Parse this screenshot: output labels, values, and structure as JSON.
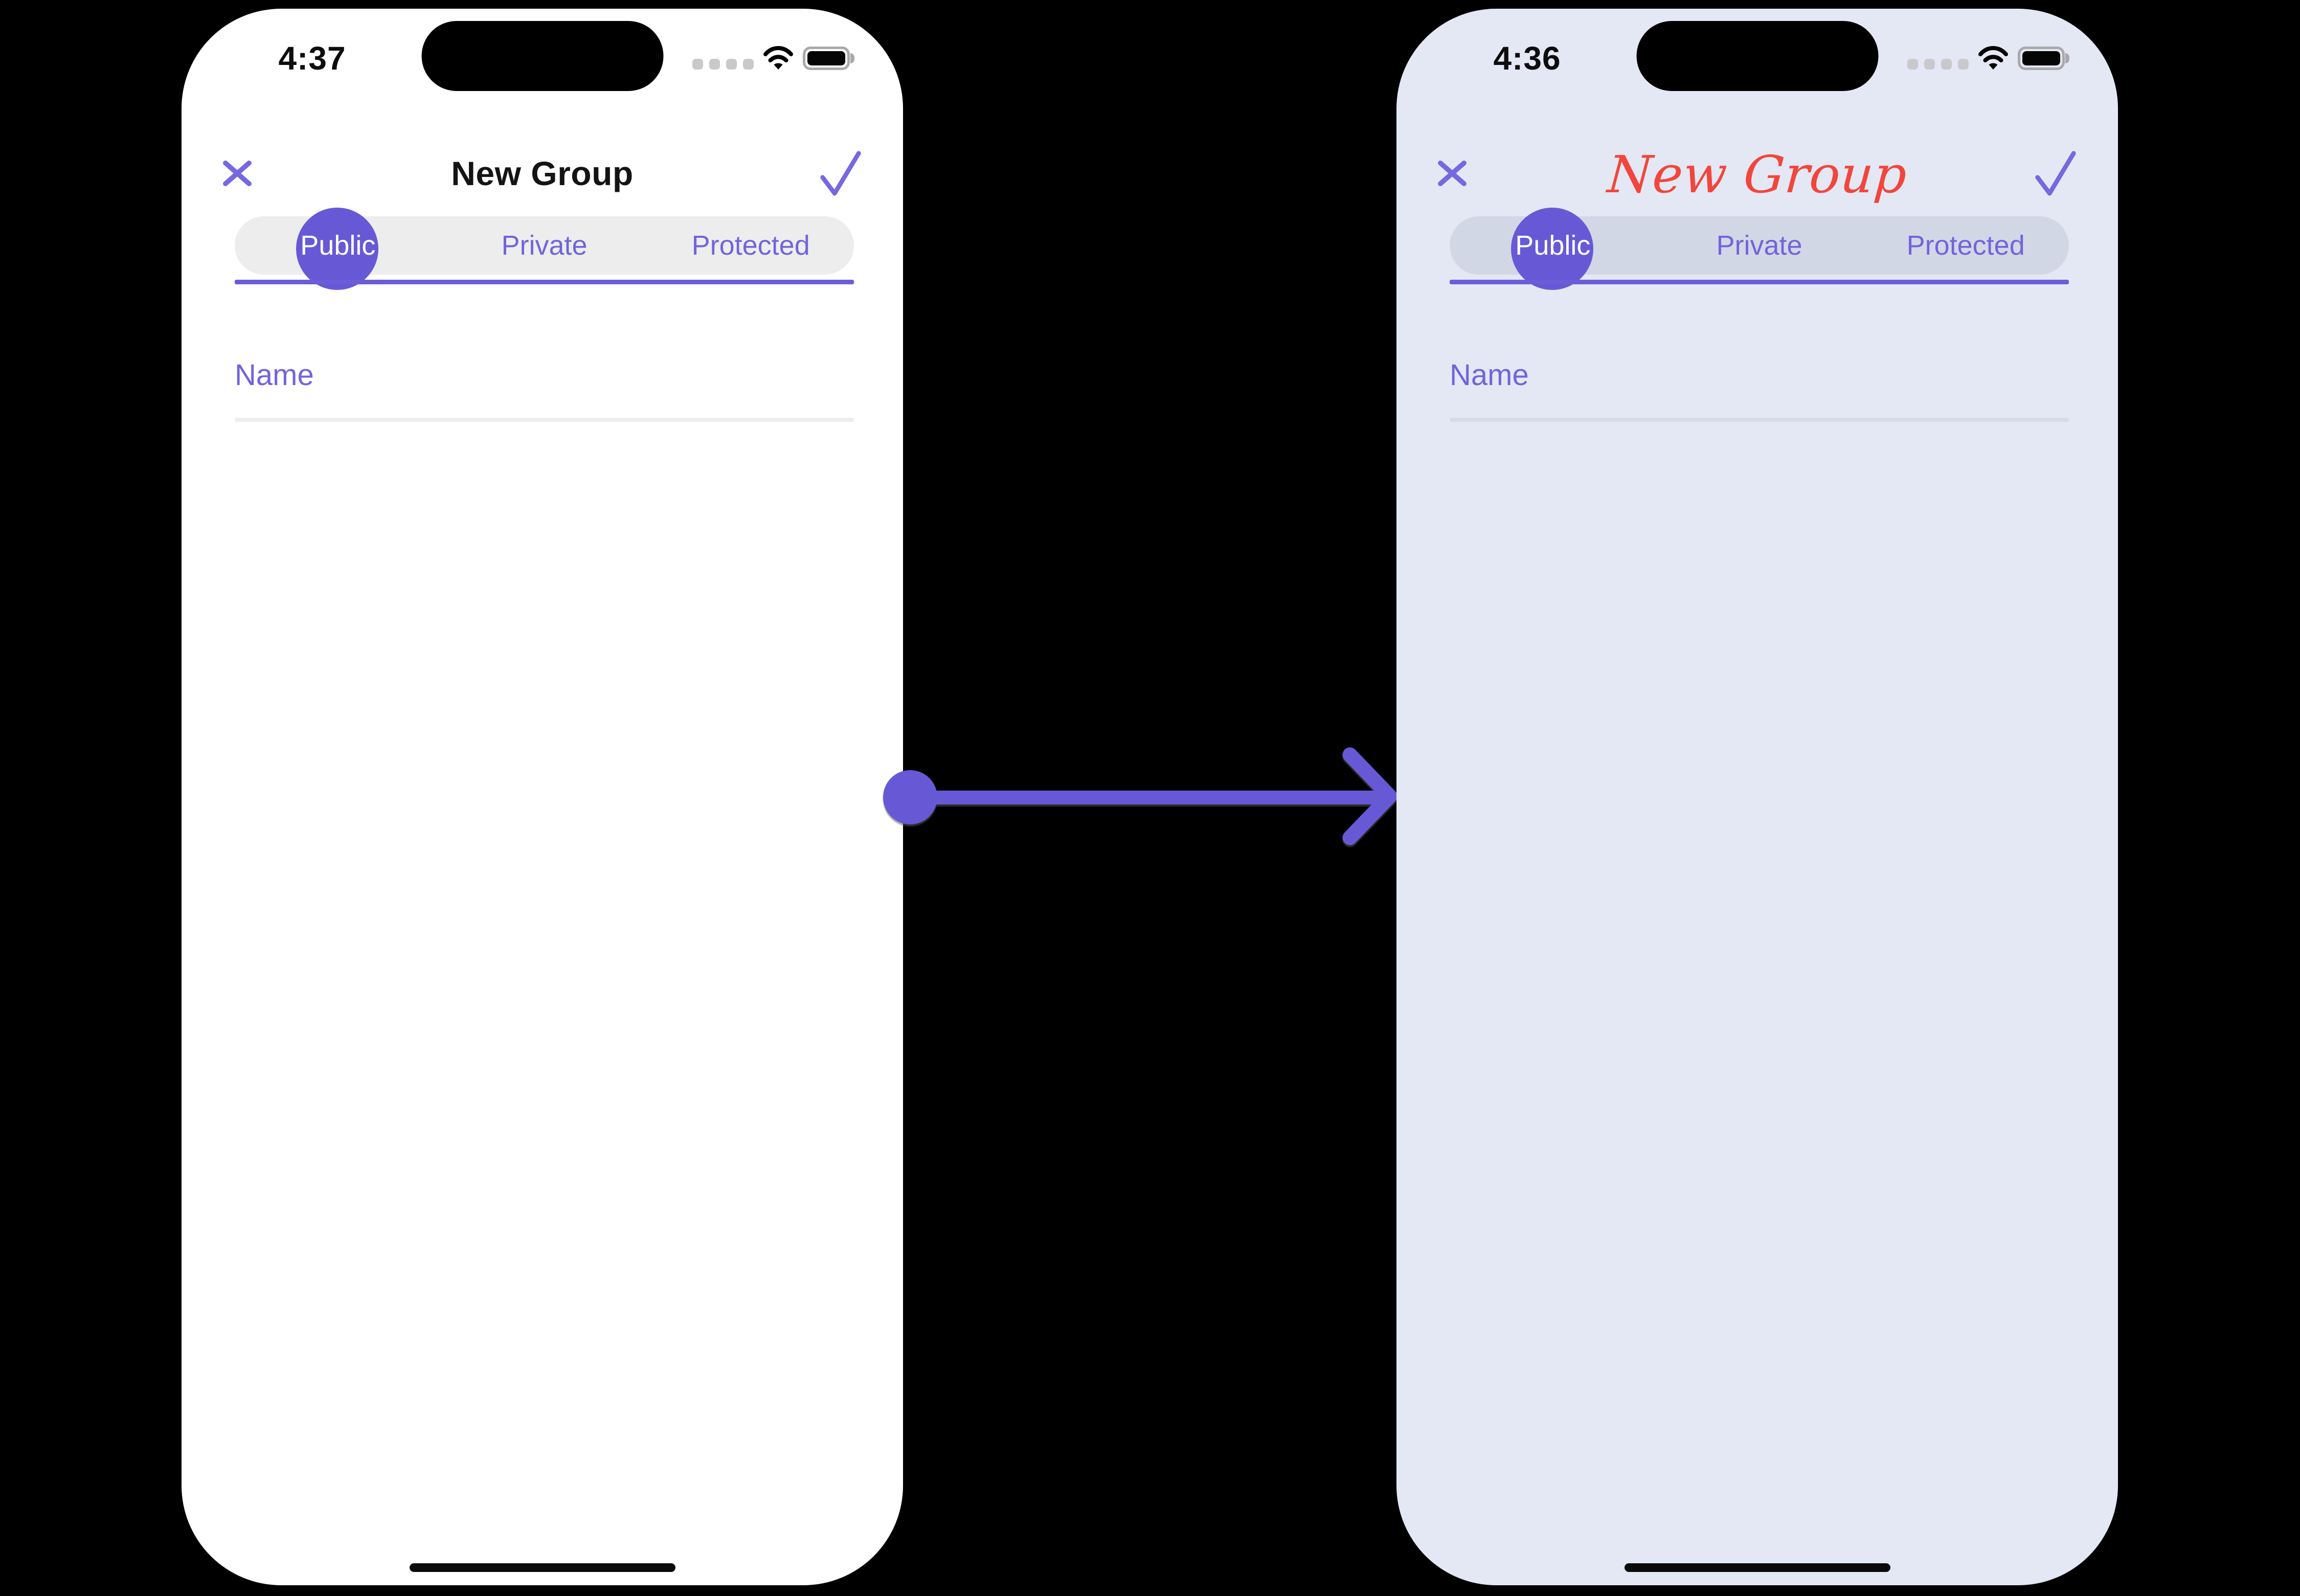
{
  "colors": {
    "accent": "#6759d6",
    "accent_text": "#7164dc",
    "cursive_title_red": "#f2463c",
    "phone_before_bg": "#ffffff",
    "phone_after_bg": "#e3e8f4",
    "page_bg": "#000000"
  },
  "arrow": {
    "direction": "right",
    "meaning": "before-state transforms into after-state"
  },
  "phones": [
    {
      "variant": "before",
      "status_bar": {
        "time": "4:37",
        "icons": [
          "cellular-dots-icon",
          "wifi-icon",
          "battery-icon"
        ]
      },
      "header": {
        "title": "New Group",
        "close_icon": "x-icon",
        "confirm_icon": "check-icon"
      },
      "tabs": {
        "selected": "Public",
        "items": [
          {
            "label": "Public"
          },
          {
            "label": "Private"
          },
          {
            "label": "Protected"
          }
        ]
      },
      "form": {
        "name_placeholder": "Name"
      }
    },
    {
      "variant": "after",
      "status_bar": {
        "time": "4:36",
        "icons": [
          "cellular-dots-icon",
          "wifi-icon",
          "battery-icon"
        ]
      },
      "header": {
        "title": "New Group",
        "title_style": "cursive-red",
        "close_icon": "x-icon",
        "confirm_icon": "check-icon"
      },
      "tabs": {
        "selected": "Public",
        "items": [
          {
            "label": "Public"
          },
          {
            "label": "Private"
          },
          {
            "label": "Protected"
          }
        ]
      },
      "form": {
        "name_placeholder": "Name"
      }
    }
  ]
}
